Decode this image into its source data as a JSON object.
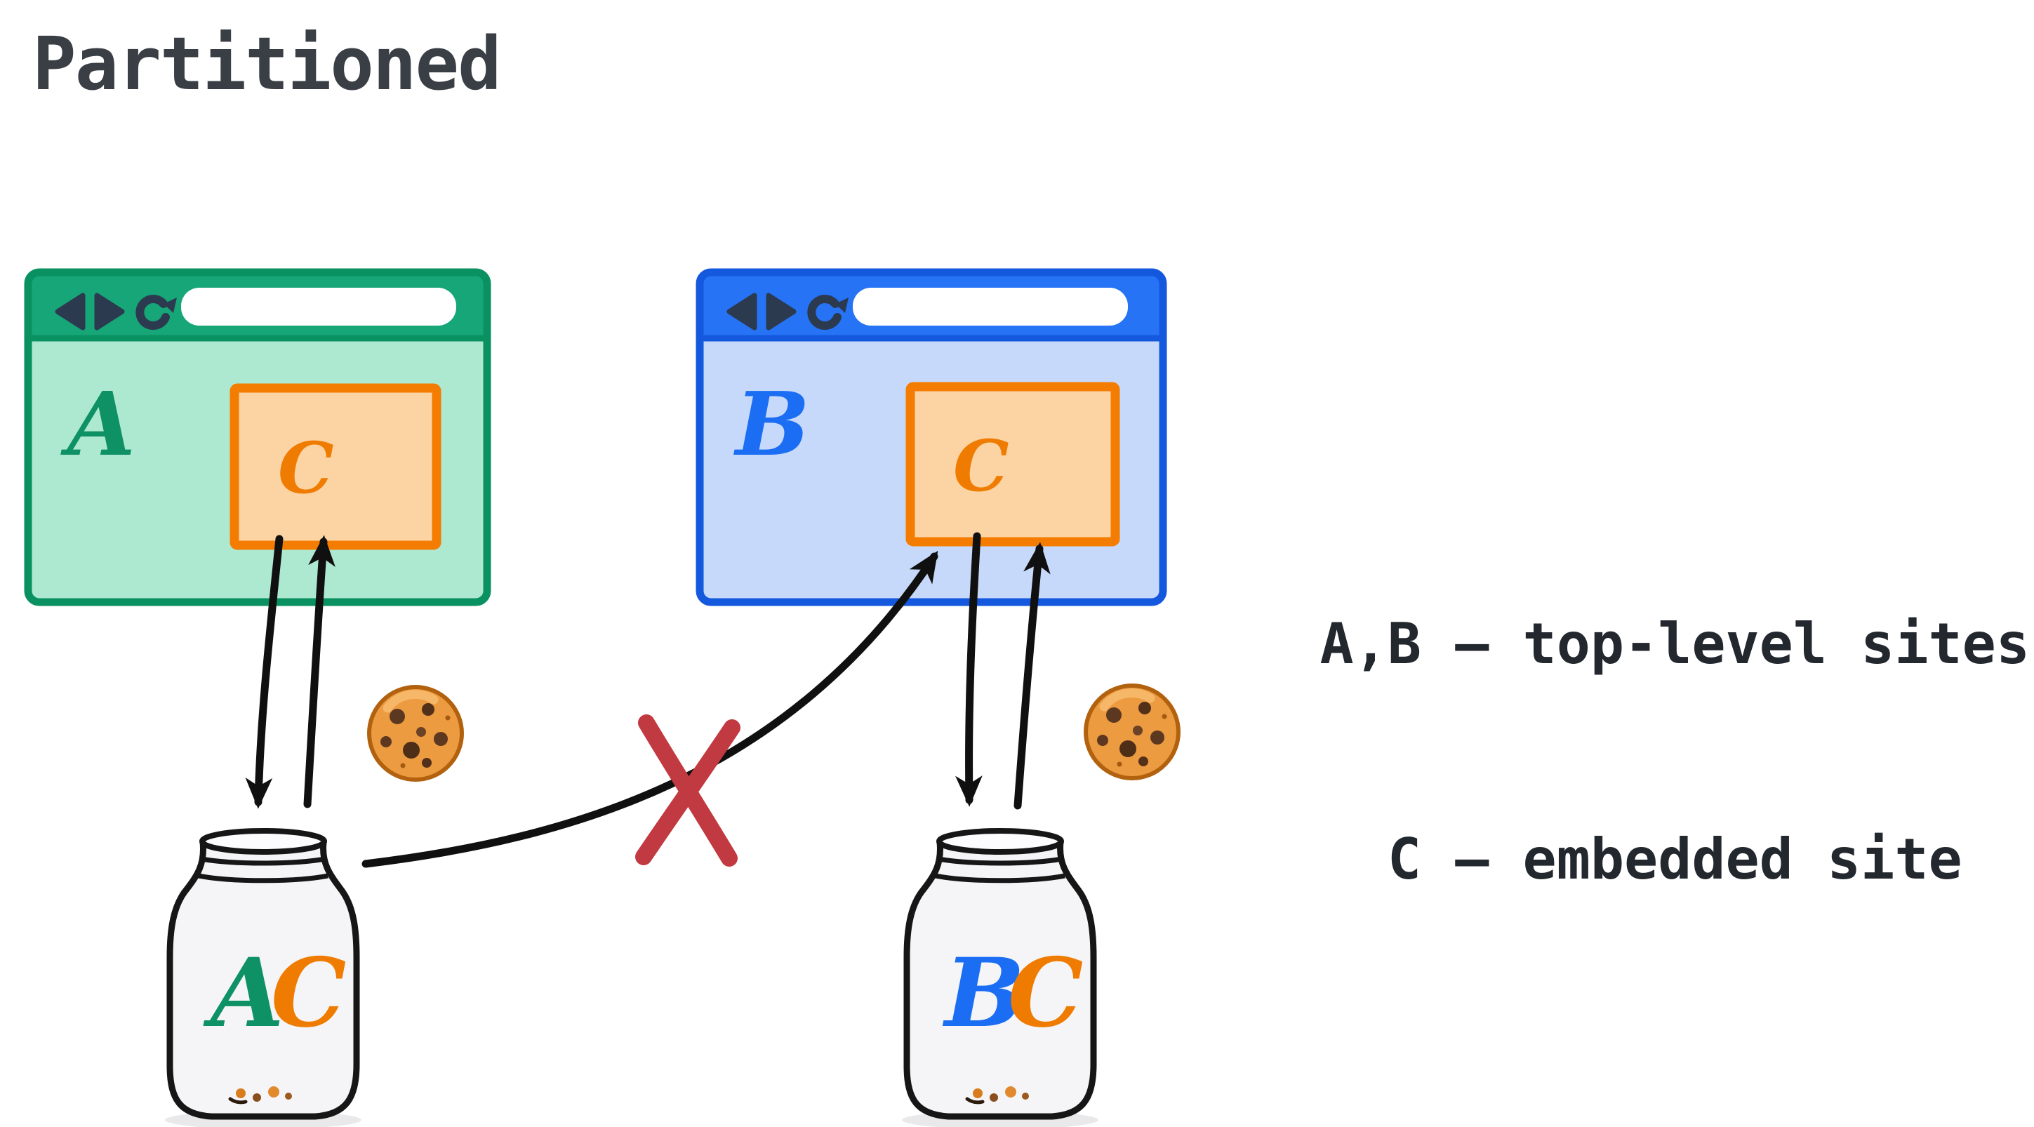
{
  "title": "Partitioned",
  "legend": {
    "line1": "A,B – top-level sites",
    "line2": "C – embedded site"
  },
  "browser_a": {
    "site_label": "A",
    "embed_label": "C"
  },
  "browser_b": {
    "site_label": "B",
    "embed_label": "C"
  },
  "jar_left": {
    "letter_site": "A",
    "letter_embed": "C"
  },
  "jar_right": {
    "letter_site": "B",
    "letter_embed": "C"
  },
  "icons": {
    "back": "◀",
    "forward": "▶",
    "reload": "⟳",
    "cookie": "🍪",
    "blocked_x": "✕"
  },
  "colors": {
    "site_a_green": "#0e9164",
    "site_a_border": "#0a9161",
    "site_a_header": "#17a678",
    "site_a_body": "#ade9d1",
    "site_b_blue": "#1b6ef3",
    "site_b_border": "#1458de",
    "site_b_header": "#2673f5",
    "site_b_body": "#c7d9fa",
    "embed_orange": "#ef7c00",
    "embed_fill": "#fcd4a4",
    "blocked_red": "#c23a41",
    "arrow_black": "#101010"
  }
}
